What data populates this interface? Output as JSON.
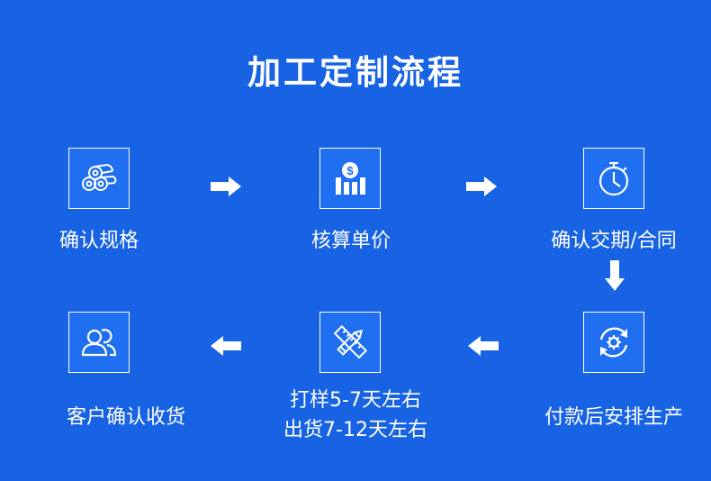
{
  "title": "加工定制流程",
  "steps": [
    {
      "label": "确认规格",
      "icon": "material-rolls-icon"
    },
    {
      "label": "核算单价",
      "icon": "price-chart-icon"
    },
    {
      "label": "确认交期/合同",
      "icon": "stopwatch-icon"
    },
    {
      "label": "付款后安排生产",
      "icon": "production-cycle-icon"
    },
    {
      "label_line1": "打样5-7天左右",
      "label_line2": "出货7-12天左右",
      "icon": "ruler-pencil-icon"
    },
    {
      "label": "客户确认收货",
      "icon": "customers-icon"
    }
  ],
  "colors": {
    "background": "#1763e3",
    "foreground": "#ffffff"
  }
}
